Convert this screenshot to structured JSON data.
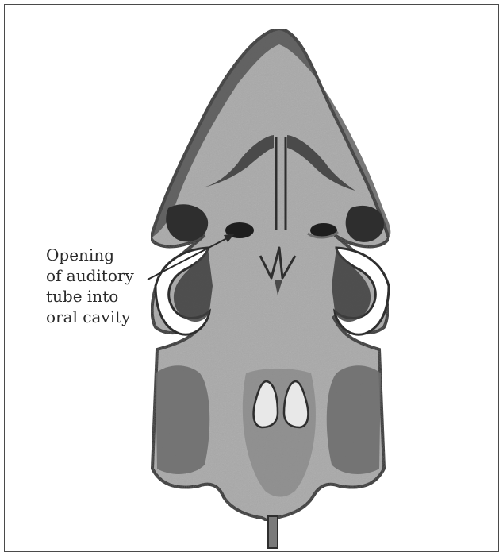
{
  "annotation": {
    "lines": [
      "Opening",
      "of auditory",
      "tube into",
      "oral cavity"
    ]
  },
  "colors": {
    "background": "#ffffff",
    "border": "#4a4a4a",
    "body_fill": "#a9a9a9",
    "outline_dark": "#2e2e2e",
    "shading": "#6e6e6e",
    "text": "#2a2a2a"
  }
}
